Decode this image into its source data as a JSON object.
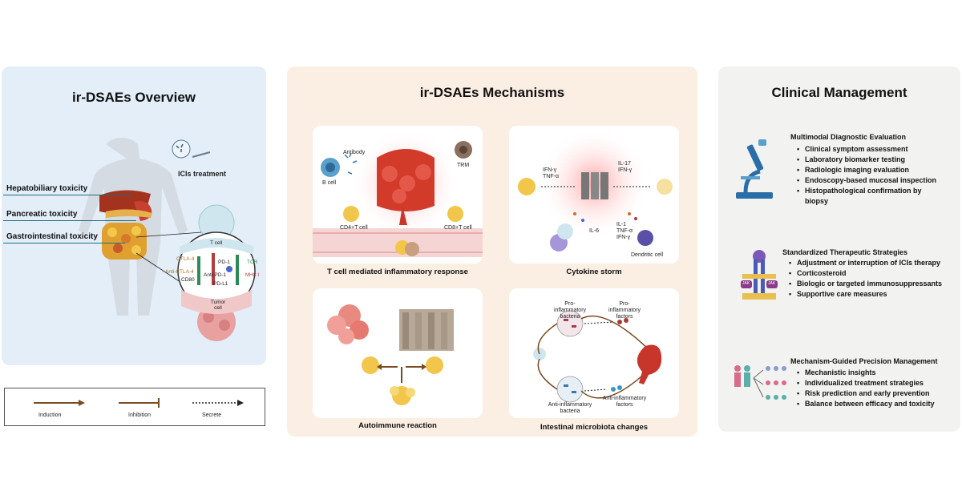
{
  "overview": {
    "title": "ir-DSAEs Overview",
    "ici_treatment": "ICIs treatment",
    "toxicities": [
      "Hepatobiliary toxicity",
      "Pancreatic toxicity",
      "Gastrointestinal toxicity"
    ],
    "immune_labels": {
      "t_cell": "T cell",
      "ctla4": "CTLA-4",
      "anti_ctla4": "Anti-CTLA-4",
      "cd80": "CD80",
      "pd1": "PD-1",
      "anti_pd1": "Anti-PD-1",
      "pdl1": "PD-L1",
      "tcr": "TCR",
      "mhc": "MHC I",
      "tumor": "Tumor cell"
    }
  },
  "legend": {
    "induction": "Induction",
    "inhibition": "Inhibition",
    "secrete": "Secrete"
  },
  "mechanisms": {
    "title": "ir-DSAEs Mechanisms",
    "t_cell_card": {
      "caption": "T cell mediated inflammatory response",
      "antibody": "Antibody",
      "b_cell": "B cell",
      "trm": "TRM",
      "cd4": "CD4+T cell",
      "cd8": "CD8+T cell"
    },
    "cytokine_card": {
      "caption": "Cytokine storm",
      "ifn_tnf": "IFN-γ TNF-α",
      "il17_ifn": "IL-17 IFN-γ",
      "il6": "IL-6",
      "il1_group": "IL-1 TNF-α IFN-γ",
      "dendritic": "Dendritic cell"
    },
    "autoimmune_card": {
      "caption": "Autoimmune reaction"
    },
    "microbiota_card": {
      "caption": "Intestinal microbiota changes",
      "pro_bacteria": "Pro-inflammatory bacteria",
      "pro_factors": "Pro-inflammatory factors",
      "anti_bacteria": "Anti-inflammatory bacteria",
      "anti_factors": "Anti-inflammatory factors"
    }
  },
  "management": {
    "title": "Clinical Management",
    "sections": [
      {
        "heading": "Multimodal Diagnostic Evaluation",
        "items": [
          "Clinical symptom assessment",
          "Laboratory biomarker testing",
          "Radiologic imaging evaluation",
          "Endoscopy-based mucosal inspection",
          "Histopathological confirmation by biopsy"
        ]
      },
      {
        "heading": "Standardized Therapeutic Strategies",
        "items": [
          "Adjustment or interruption of ICIs therapy",
          "Corticosteroid",
          "Biologic or targeted immunosuppressants",
          "Supportive care measures"
        ]
      },
      {
        "heading": "Mechanism-Guided Precision Management",
        "items": [
          "Mechanistic insights",
          "Individualized treatment strategies",
          "Risk prediction and early prevention",
          "Balance between efficacy and toxicity"
        ]
      }
    ],
    "jak_label": "JAK"
  },
  "colors": {
    "left_bg": "#e3eef8",
    "mid_bg": "#fbeee2",
    "right_bg": "#f2f2f1",
    "arrow_brown": "#7a4a22",
    "teal": "#1c6f7a",
    "cell_yellow": "#f2c64a"
  }
}
